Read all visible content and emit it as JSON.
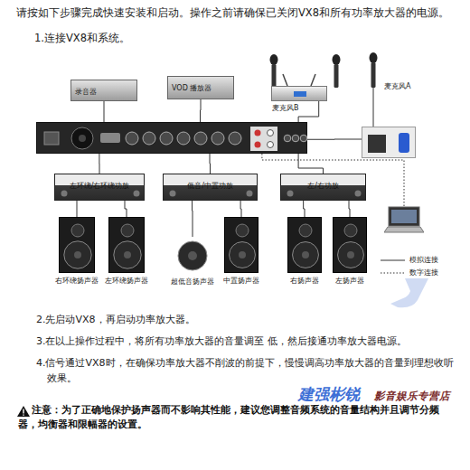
{
  "diagram": {
    "nodes": [
      {
        "text": [
          "录音器"
        ]
      },
      {
        "text": [
          "VOD 播放器"
        ]
      },
      {
        "text": [
          "麦克风B"
        ]
      },
      {
        "text": [
          "麦克风A"
        ]
      },
      {
        "text": []
      },
      {
        "text": [
          "左环绕/右环绕功放"
        ]
      },
      {
        "text": [
          "低音/中置功放"
        ]
      },
      {
        "text": [
          "左/右功放"
        ]
      },
      {
        "text": []
      },
      {
        "text": [
          "右环绕扬声器"
        ]
      },
      {
        "text": [
          "左环绕扬声器"
        ]
      },
      {
        "text": [
          "超低音扬声器"
        ]
      },
      {
        "text": [
          "中置扬声器"
        ]
      },
      {
        "text": [
          "右扬声器"
        ]
      },
      {
        "text": [
          "左扬声器"
        ]
      }
    ],
    "edges": [
      {
        "from": 0,
        "to": 4,
        "arrow": "none"
      },
      {
        "from": 1,
        "to": 4,
        "arrow": "none"
      },
      {
        "from": 2,
        "to": 4,
        "arrow": "none"
      },
      {
        "from": 3,
        "to": 4,
        "arrow": "none"
      },
      {
        "from": 4,
        "to": 5,
        "arrow": "none"
      },
      {
        "from": 4,
        "to": 6,
        "arrow": "none"
      },
      {
        "from": 4,
        "to": 7,
        "arrow": "none"
      },
      {
        "from": 5,
        "to": 9,
        "arrow": "none"
      },
      {
        "from": 5,
        "to": 10,
        "arrow": "none"
      },
      {
        "from": 6,
        "to": 11,
        "arrow": "none"
      },
      {
        "from": 6,
        "to": 12,
        "arrow": "none"
      },
      {
        "from": 7,
        "to": 13,
        "arrow": "none"
      },
      {
        "from": 7,
        "to": 14,
        "arrow": "none"
      },
      {
        "from": 8,
        "to": 4,
        "arrow": "none"
      }
    ],
    "labels": [
      "请按如下步骤完成快速安装和启动。操作之前请确保已关闭VX8和所有功率放大器的电源。",
      "1.连接VX8和系统。",
      "2.先启动VX8，再启动功率放大器。",
      "3.在以上操作过程中，将所有功率放大器的音量调至 低，然后接通功率放大器电源。",
      "4.信号通过VX8时，在确保功率放大器不削波的前提下，慢慢调高功率放大器的音量到理想收听效果。",
      "注意：为了正确地保护扬声器而不影响其性能，建议您调整音频系统的音量结构并且调节分频器，均衡器和限幅器的设置。",
      "建强彬锐",
      "影音娱乐专营店"
    ],
    "legend": [
      {
        "text": "模拟连接"
      },
      {
        "text": "数字连接"
      }
    ]
  }
}
